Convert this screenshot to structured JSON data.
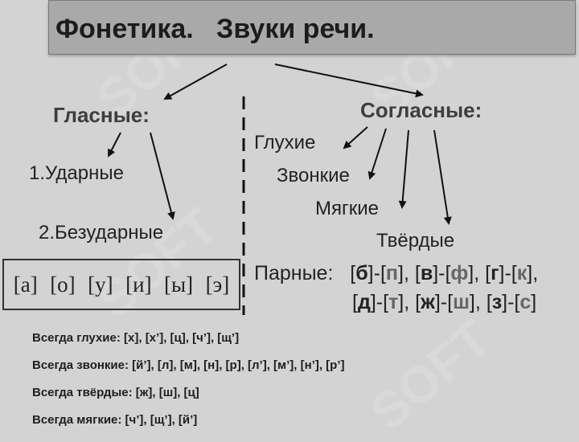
{
  "title": "Фонетика.   Звуки речи.",
  "vowels": {
    "header": "Гласные:",
    "items": [
      "1.Ударные",
      "2.Безударные"
    ],
    "sounds": [
      "[а]",
      "[о]",
      "[у]",
      "[и]",
      "[ы]",
      "[э]"
    ]
  },
  "consonants": {
    "header": "Согласные:",
    "items": [
      "Глухие",
      "Звонкие",
      "Мягкие",
      "Твёрдые"
    ],
    "pairs_label": "Парные:",
    "pairs_row1": [
      {
        "voiced": "б",
        "unvoiced": "п",
        "sep": ", "
      },
      {
        "voiced": "в",
        "unvoiced": "ф",
        "sep": ", "
      },
      {
        "voiced": "г",
        "unvoiced": "к",
        "sep": ","
      }
    ],
    "pairs_row2": [
      {
        "voiced": "д",
        "unvoiced": "т",
        "sep": ", "
      },
      {
        "voiced": "ж",
        "unvoiced": "ш",
        "sep": ", "
      },
      {
        "voiced": "з",
        "unvoiced": "с",
        "sep": ""
      }
    ]
  },
  "rules": [
    "Всегда глухие: [х], [х’], [ц], [ч’], [щ’]",
    "Всегда звонкие: [й’], [л], [м], [н], [р], [л’], [м’], [н’], [р’]",
    "Всегда твёрдые: [ж], [ш], [ц]",
    "Всегда мягкие: [ч’], [щ’], [й’]"
  ],
  "watermark": "SOFT",
  "colors": {
    "background": "#d3d3d3",
    "title_bar": "#a9a9a9",
    "unvoiced_letter": "#666666"
  }
}
